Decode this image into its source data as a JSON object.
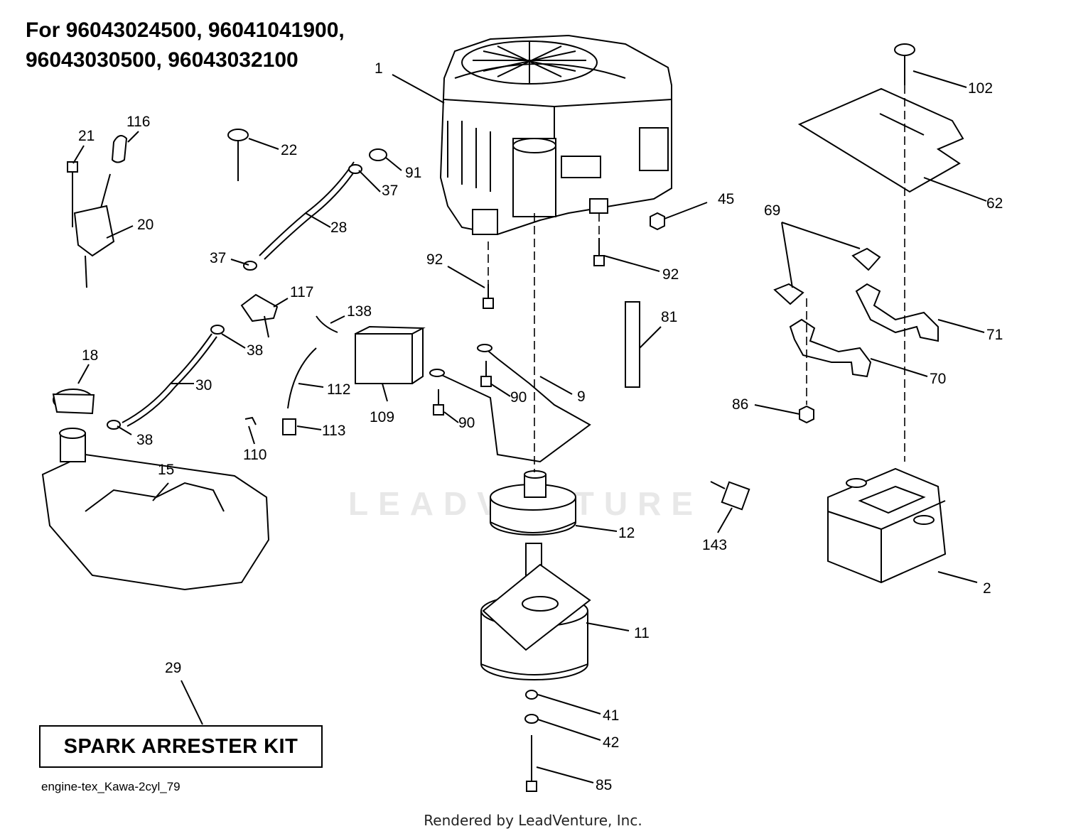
{
  "title": {
    "line1": "For 96043024500, 96041041900,",
    "line2": "96043030500, 96043032100"
  },
  "watermark": "LEADVENTURE",
  "kit_box": "SPARK ARRESTER KIT",
  "drawing_id": "engine-tex_Kawa-2cyl_79",
  "footer": "Rendered by LeadVenture, Inc.",
  "parts": {
    "p1": "1",
    "p2": "2",
    "p9": "9",
    "p11": "11",
    "p12": "12",
    "p15": "15",
    "p18": "18",
    "p20": "20",
    "p21": "21",
    "p22": "22",
    "p28": "28",
    "p29": "29",
    "p30": "30",
    "p37a": "37",
    "p37b": "37",
    "p38a": "38",
    "p38b": "38",
    "p41": "41",
    "p42": "42",
    "p45": "45",
    "p62": "62",
    "p69": "69",
    "p70": "70",
    "p71": "71",
    "p81": "81",
    "p85": "85",
    "p86": "86",
    "p90a": "90",
    "p90b": "90",
    "p91": "91",
    "p92a": "92",
    "p92b": "92",
    "p102": "102",
    "p109": "109",
    "p110": "110",
    "p112": "112",
    "p113": "113",
    "p116": "116",
    "p117": "117",
    "p138": "138",
    "p143": "143"
  }
}
